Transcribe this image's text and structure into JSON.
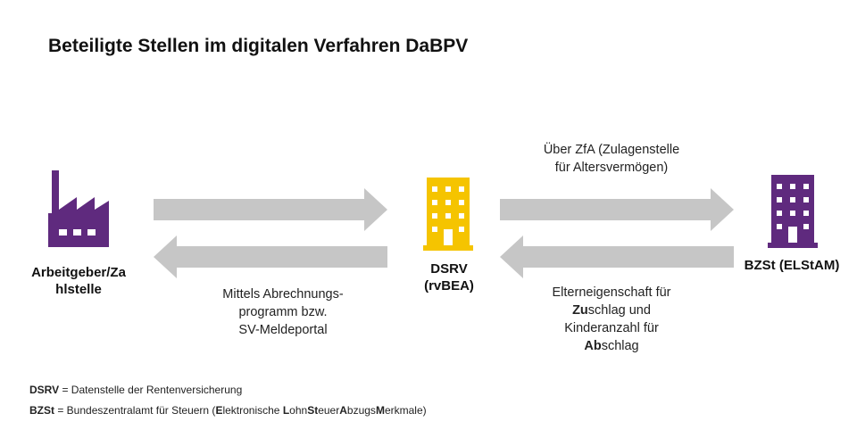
{
  "title": "Beteiligte Stellen im digitalen Verfahren DaBPV",
  "colors": {
    "purple": "#5f2a7e",
    "yellow": "#f5c400",
    "arrow": "#c6c6c6"
  },
  "nodes": {
    "employer": {
      "icon": "factory-icon",
      "line1": "Arbeitgeber/Za",
      "line2": "hlstelle"
    },
    "dsrv": {
      "icon": "office-building-icon",
      "line1": "DSRV",
      "line2": "(rvBEA)"
    },
    "bzst": {
      "icon": "office-building-icon",
      "line1": "BZSt (ELStAM)"
    }
  },
  "captions": {
    "left_bottom": [
      "Mittels Abrechnungs-",
      "programm bzw.",
      "SV-Meldeportal"
    ],
    "right_top": [
      "Über ZfA (Zulagenstelle",
      "für Altersvermögen)"
    ],
    "right_bottom": {
      "line1": "Elterneigenschaft  für",
      "line2_bold": "Zu",
      "line2_rest": "schlag und",
      "line3": "Kinderanzahl für",
      "line4_bold": "Ab",
      "line4_rest": "schlag"
    }
  },
  "legend": {
    "dsrv": {
      "abbr": "DSRV",
      "text": " = Datenstelle  der Rentenversicherung"
    },
    "bzst": {
      "abbr": "BZSt",
      "text_start": " = Bundeszentralamt  für Steuern  (",
      "parts": [
        {
          "b": "E",
          "t": "lektronische  "
        },
        {
          "b": "L",
          "t": "ohn"
        },
        {
          "b": "St",
          "t": "euer"
        },
        {
          "b": "A",
          "t": "bzugs"
        },
        {
          "b": "M",
          "t": "erkmale"
        }
      ],
      "text_end": ")"
    }
  }
}
